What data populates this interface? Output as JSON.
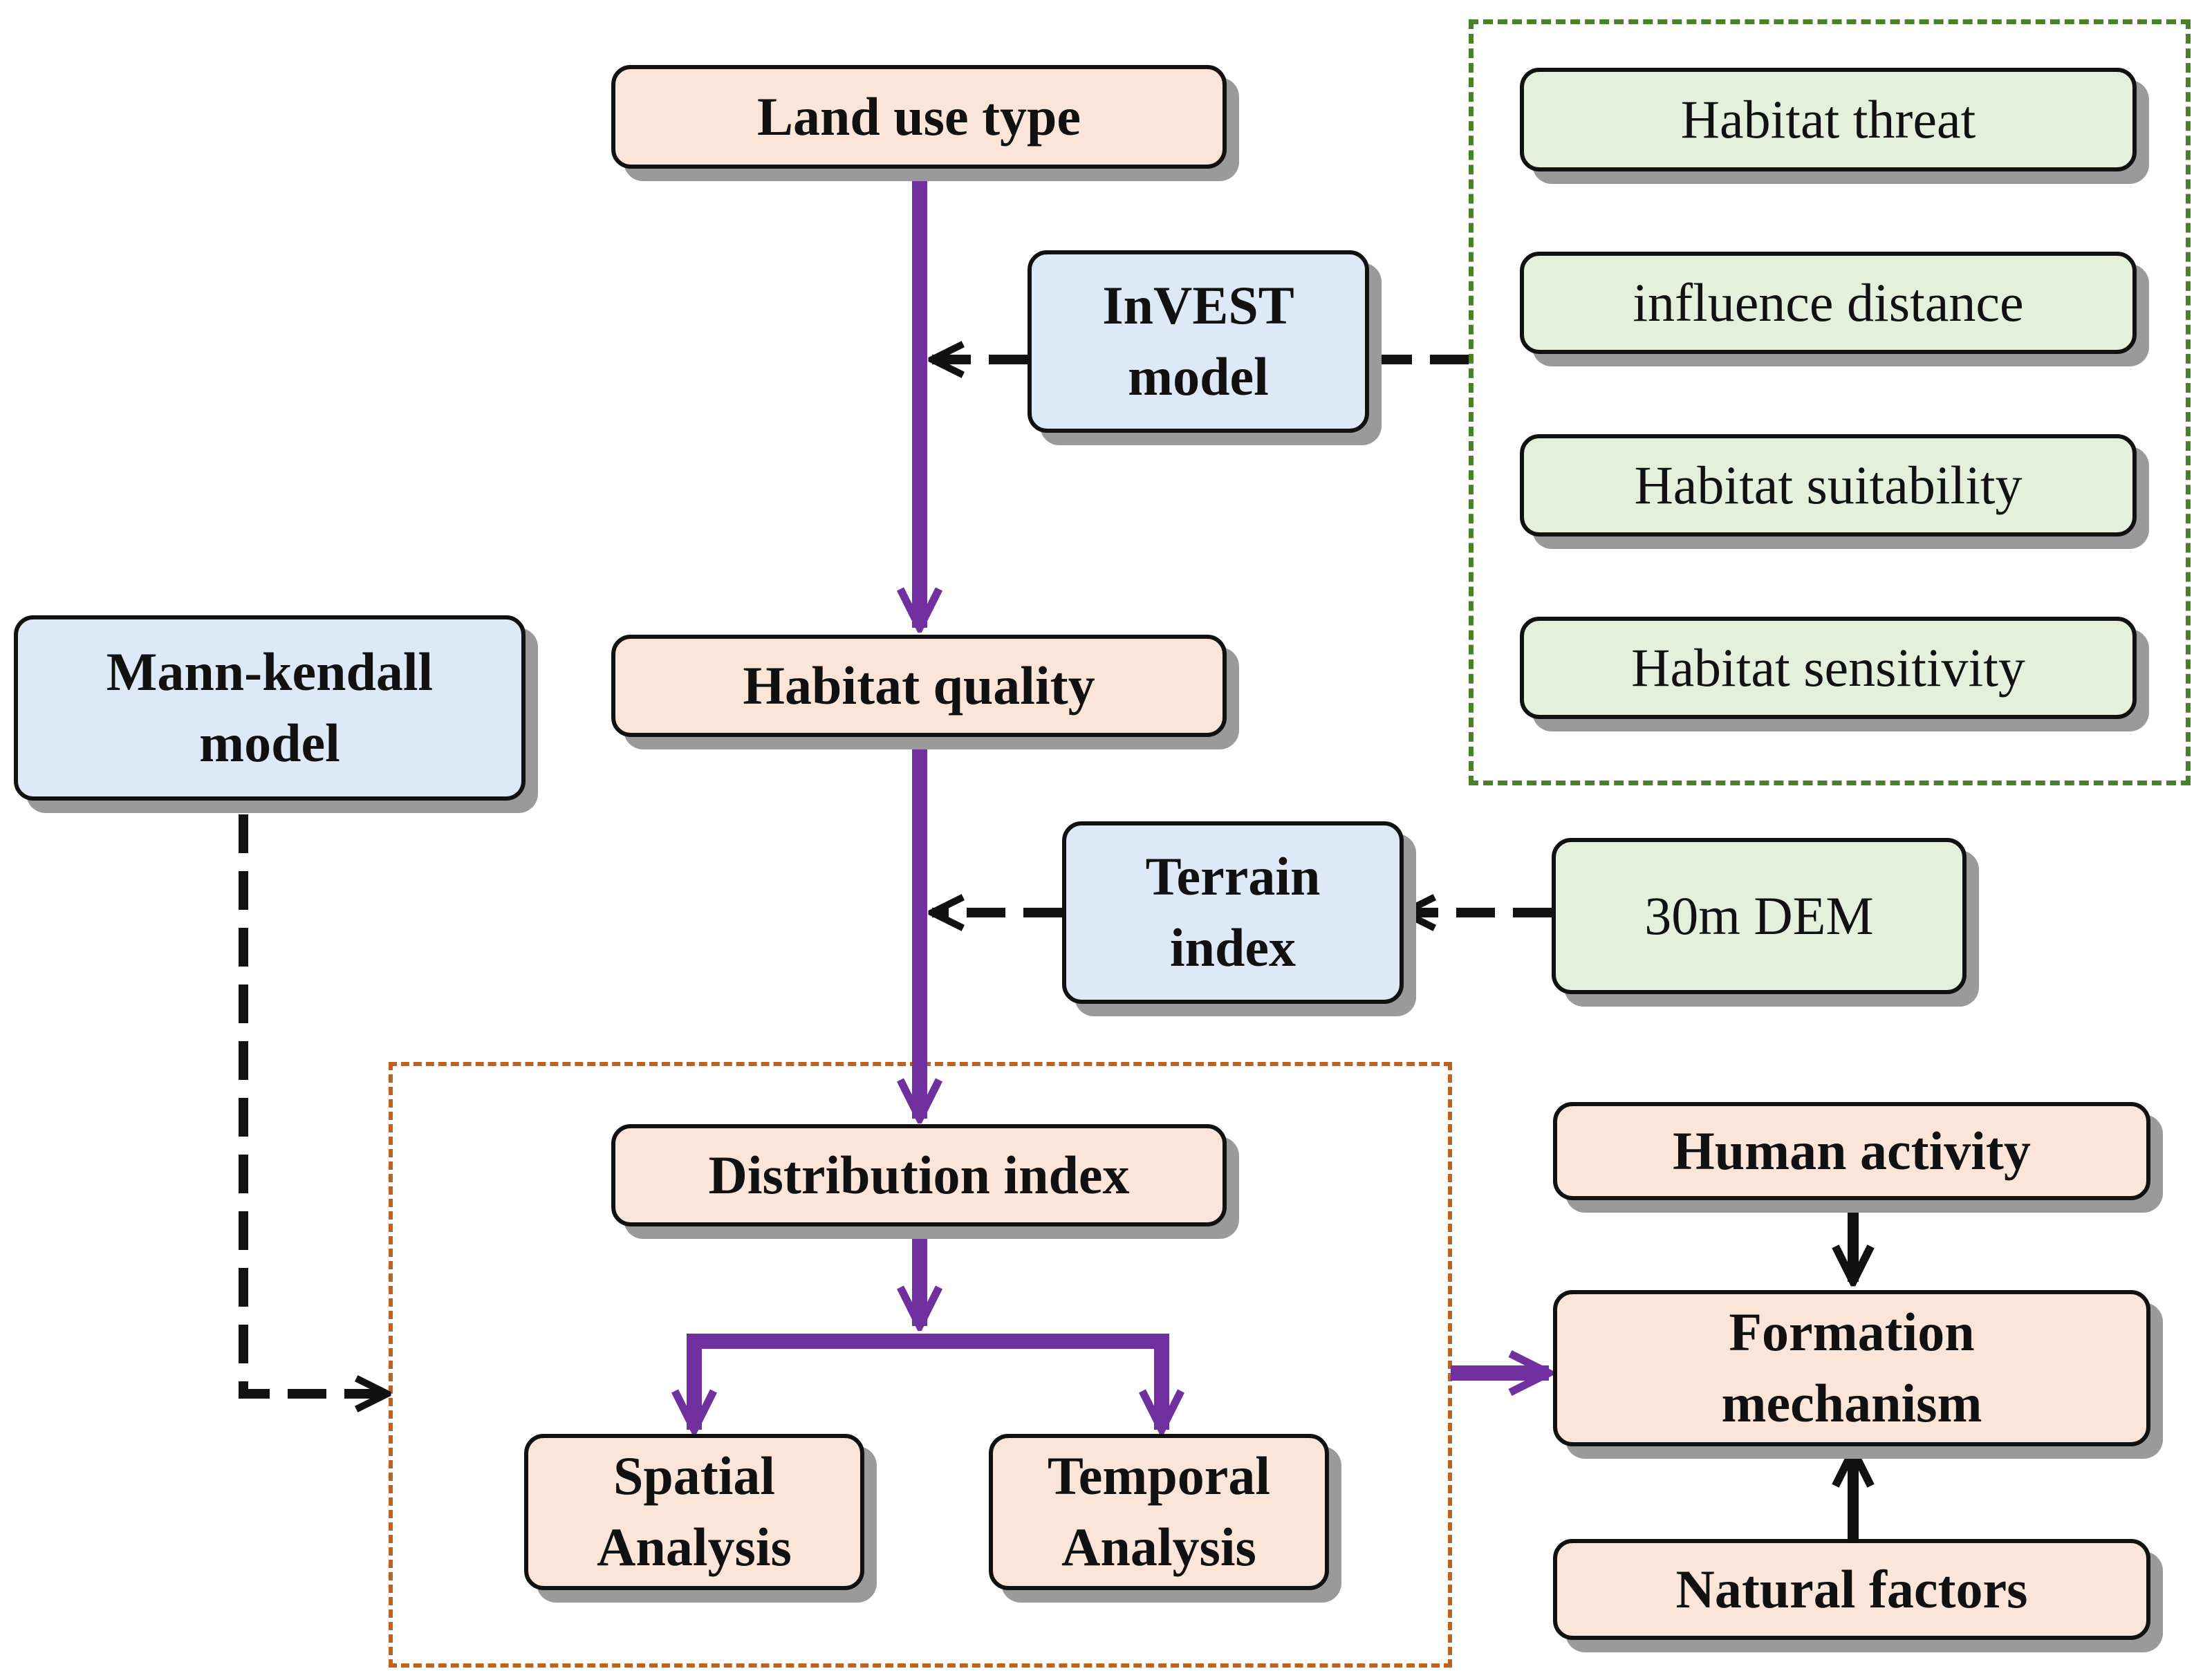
{
  "nodes": {
    "land_use_type": "Land use type",
    "invest_model": [
      "InVEST",
      "model"
    ],
    "habitat_quality": "Habitat quality",
    "mann_kendall_model": [
      "Mann-kendall",
      "model"
    ],
    "terrain_index": [
      "Terrain",
      "index"
    ],
    "dem_30m": "30m DEM",
    "distribution_index": "Distribution index",
    "spatial_analysis": [
      "Spatial",
      "Analysis"
    ],
    "temporal_analysis": [
      "Temporal",
      "Analysis"
    ],
    "human_activity": "Human activity",
    "formation_mechanism": [
      "Formation",
      "mechanism"
    ],
    "natural_factors": "Natural factors"
  },
  "invest_inputs": [
    "Habitat threat",
    "influence distance",
    "Habitat suitability",
    "Habitat sensitivity"
  ],
  "colors": {
    "peach_box": "#fae5d8",
    "blue_box": "#dde9f6",
    "green_box": "#e3f1dc",
    "main_flow_arrow": "#7030a0",
    "dashed_arrow": "#111111",
    "green_group_border": "#4a7f2c",
    "orange_group_border": "#c0621c"
  }
}
